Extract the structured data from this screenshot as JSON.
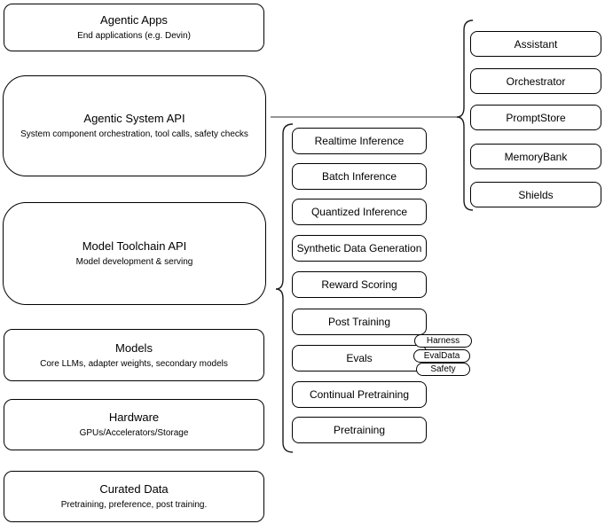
{
  "diagram": {
    "left_column": [
      {
        "title": "Agentic Apps",
        "subtitle": "End applications (e.g. Devin)"
      },
      {
        "title": "Agentic System API",
        "subtitle": "System component orchestration, tool calls, safety checks"
      },
      {
        "title": "Model Toolchain API",
        "subtitle": "Model development & serving"
      },
      {
        "title": "Models",
        "subtitle": "Core LLMs, adapter weights, secondary models"
      },
      {
        "title": "Hardware",
        "subtitle": "GPUs/Accelerators/Storage"
      },
      {
        "title": "Curated Data",
        "subtitle": "Pretraining, preference, post training."
      }
    ],
    "toolchain_items": [
      "Realtime Inference",
      "Batch Inference",
      "Quantized Inference",
      "Synthetic Data Generation",
      "Reward Scoring",
      "Post Training",
      "Evals",
      "Continual Pretraining",
      "Pretraining"
    ],
    "eval_tags": [
      "Harness",
      "EvalData",
      "Safety"
    ],
    "system_components": [
      "Assistant",
      "Orchestrator",
      "PromptStore",
      "MemoryBank",
      "Shields"
    ],
    "colors": {
      "box_border": "#000000",
      "connector_line": "#737373",
      "brace": "#1a1a1a",
      "background": "#ffffff",
      "text": "#000000"
    }
  }
}
